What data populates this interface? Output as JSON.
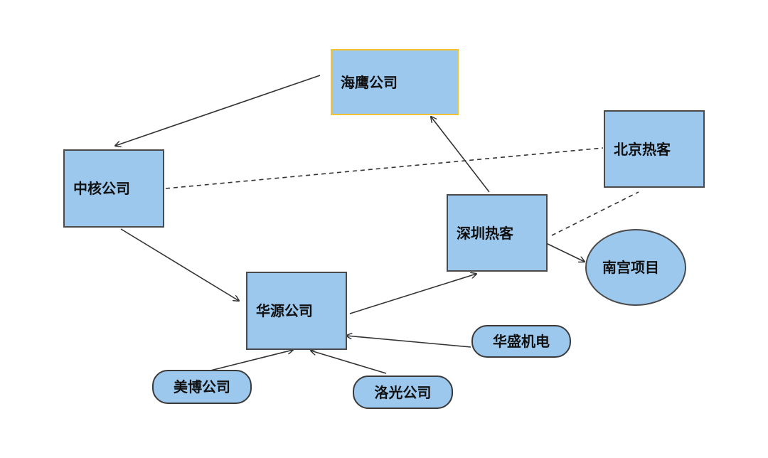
{
  "nodes": {
    "haiying": "海鹰公司",
    "zhonghe": "中核公司",
    "beijing": "北京热客",
    "shenzhen": "深圳热客",
    "huayuan": "华源公司",
    "nangong": "南宫项目",
    "huasheng": "华盛机电",
    "meibo": "美博公司",
    "luoguang": "洛光公司"
  },
  "edges": [
    {
      "from": "haiying",
      "to": "zhonghe",
      "style": "solid-arrow"
    },
    {
      "from": "zhonghe",
      "to": "beijing",
      "style": "dashed"
    },
    {
      "from": "zhonghe",
      "to": "huayuan",
      "style": "solid-arrow"
    },
    {
      "from": "shenzhen",
      "to": "haiying",
      "style": "solid-arrow"
    },
    {
      "from": "shenzhen",
      "to": "beijing",
      "style": "dashed"
    },
    {
      "from": "shenzhen",
      "to": "nangong",
      "style": "solid-arrow"
    },
    {
      "from": "huayuan",
      "to": "shenzhen",
      "style": "solid-arrow"
    },
    {
      "from": "huasheng",
      "to": "huayuan",
      "style": "solid-arrow"
    },
    {
      "from": "meibo",
      "to": "huayuan",
      "style": "solid-arrow"
    },
    {
      "from": "luoguang",
      "to": "huayuan",
      "style": "solid-arrow"
    }
  ],
  "colors": {
    "node_fill": "#9dc8ee",
    "node_border": "#4a4a4a",
    "highlight_border": "#f1c232",
    "edge": "#333333"
  }
}
